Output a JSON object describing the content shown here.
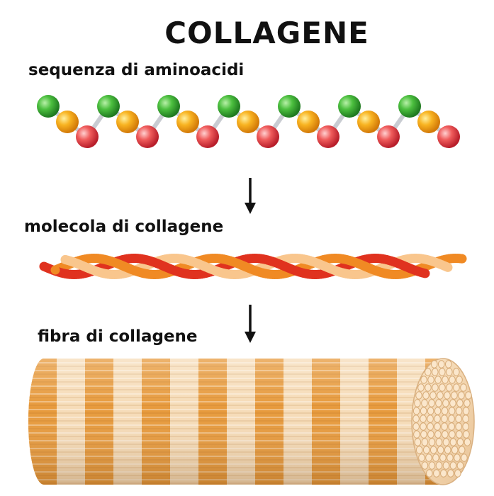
{
  "title": "COLLAGENE",
  "stages": [
    {
      "label": "sequenza di aminoacidi"
    },
    {
      "label": "molecola di collagene"
    },
    {
      "label": "fibra di collagene"
    }
  ],
  "colors": {
    "amino_green": "#3aa53a",
    "amino_orange": "#f5a31a",
    "amino_red": "#e84545",
    "strand_red": "#e0321f",
    "strand_orange": "#f08a24",
    "strand_light": "#f9c68d",
    "fiber_orange": "#e79a3c",
    "fiber_cream": "#f6dcb8"
  }
}
